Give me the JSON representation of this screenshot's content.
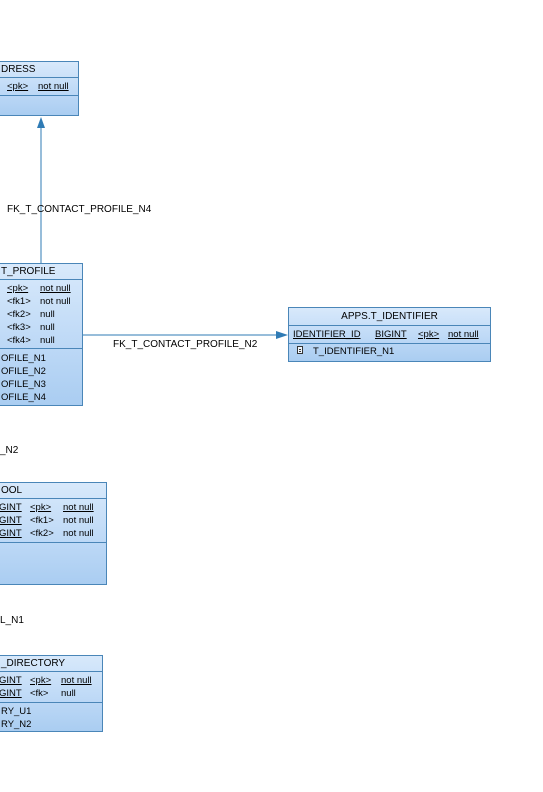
{
  "address": {
    "title": "DRESS",
    "row": {
      "tag": "<pk>",
      "null": "not null"
    }
  },
  "profile": {
    "title": "T_PROFILE",
    "rows": [
      {
        "tag": "<pk>",
        "null": "not null"
      },
      {
        "tag": "<fk1>",
        "null": "not null"
      },
      {
        "tag": "<fk2>",
        "null": "null"
      },
      {
        "tag": "<fk3>",
        "null": "null"
      },
      {
        "tag": "<fk4>",
        "null": "null"
      }
    ],
    "indexes": [
      "OFILE_N1",
      "OFILE_N2",
      "OFILE_N3",
      "OFILE_N4"
    ]
  },
  "identifier": {
    "title": "APPS.T_IDENTIFIER",
    "col_name": "IDENTIFIER_ID",
    "col_type": "BIGINT",
    "col_tag": "<pk>",
    "col_null": "not null",
    "index": "T_IDENTIFIER_N1"
  },
  "pool": {
    "title": "OOL",
    "rows": [
      {
        "type": "GINT",
        "tag": "<pk>",
        "null": "not null"
      },
      {
        "type": "GINT",
        "tag": "<fk1>",
        "null": "not null"
      },
      {
        "type": "GINT",
        "tag": "<fk2>",
        "null": "not null"
      }
    ]
  },
  "directory": {
    "title": "_DIRECTORY",
    "rows": [
      {
        "type": "GINT",
        "tag": "<pk>",
        "null": "not null"
      },
      {
        "type": "GINT",
        "tag": "<fk>",
        "null": "null"
      }
    ],
    "indexes": [
      "RY_U1",
      "RY_N2"
    ]
  },
  "relationships": {
    "fk_n4": "FK_T_CONTACT_PROFILE_N4",
    "fk_n2": "FK_T_CONTACT_PROFILE_N2",
    "frag_n2": "_N2",
    "frag_n1": "L_N1"
  },
  "colors": {
    "line": "#2f7bb5",
    "border": "#4a86b8",
    "fill": "#bcd8f6"
  }
}
